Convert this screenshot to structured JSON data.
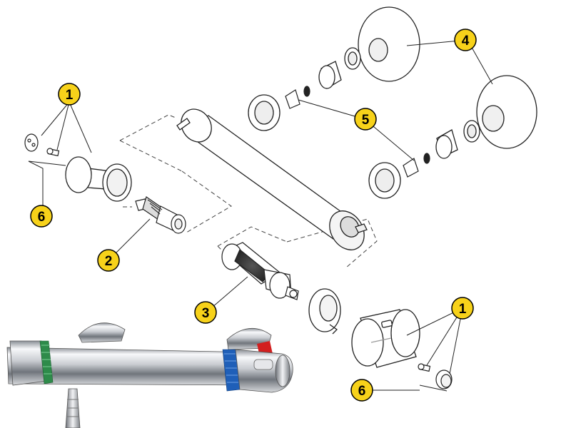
{
  "colors": {
    "callout_fill": "#f7d21a",
    "line": "#222222",
    "part_fill": "#ffffff",
    "chrome_dark": "#6d7178",
    "chrome_light": "#f2f3f5",
    "band_green": "#2e8b4a",
    "band_blue": "#1f5fb8",
    "handle_red": "#d21f1f"
  },
  "callouts": [
    {
      "id": "c1a",
      "text": "1"
    },
    {
      "id": "c1b",
      "text": "1"
    },
    {
      "id": "c2",
      "text": "2"
    },
    {
      "id": "c3",
      "text": "3"
    },
    {
      "id": "c4",
      "text": "4"
    },
    {
      "id": "c5",
      "text": "5"
    },
    {
      "id": "c6a",
      "text": "6"
    },
    {
      "id": "c6b",
      "text": "6"
    }
  ],
  "parts": [
    "thermostatic-cartridge",
    "flow-cartridge",
    "temperature-handle",
    "flow-handle",
    "handle-screw",
    "handle-cap",
    "wall-flange",
    "inlet-nut",
    "check-valve",
    "valve-body",
    "product-photo"
  ]
}
